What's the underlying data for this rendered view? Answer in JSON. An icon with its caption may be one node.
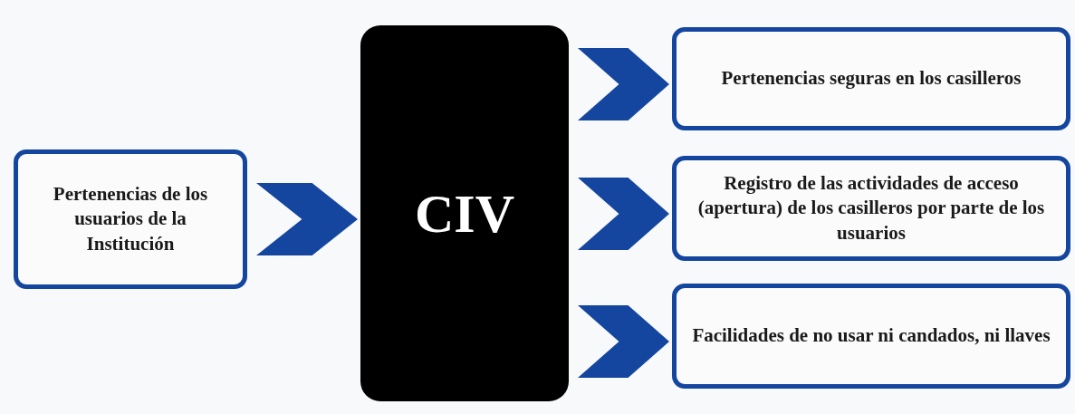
{
  "diagram": {
    "nodes": [
      {
        "text": [
          "Pertenencias de los usuarios de la Institución"
        ]
      },
      {
        "text": [
          "CIV"
        ]
      },
      {
        "text": [
          "Pertenencias seguras en los casilleros"
        ]
      },
      {
        "text": [
          "Registro de las actividades de acceso (apertura) de los casilleros por parte de los usuarios"
        ]
      },
      {
        "text": [
          "Facilidades de no usar ni candados, ni llaves"
        ]
      }
    ],
    "edges": [
      {
        "from": 0,
        "to": 1,
        "arrow": "to"
      },
      {
        "from": 1,
        "to": 2,
        "arrow": "to"
      },
      {
        "from": 1,
        "to": 3,
        "arrow": "to"
      },
      {
        "from": 1,
        "to": 4,
        "arrow": "to"
      }
    ]
  }
}
